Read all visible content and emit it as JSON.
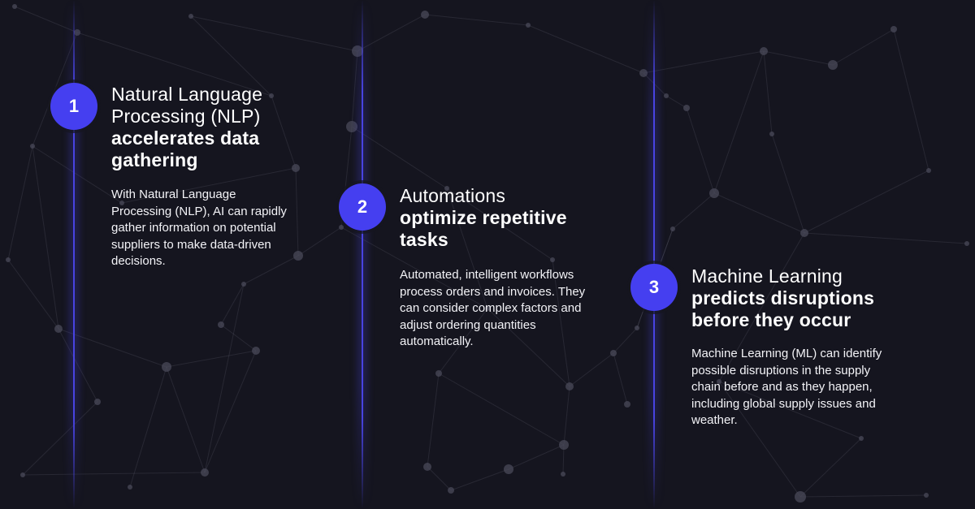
{
  "theme": {
    "background": "#15151f",
    "accent": "#453ff0",
    "text": "#ffffff"
  },
  "steps": [
    {
      "number": "1",
      "heading_light": "Natural Language Processing (NLP)",
      "heading_bold": "accelerates data gathering",
      "body": "With Natural Language Processing (NLP), AI can rapidly gather information on potential suppliers to make data-driven decisions."
    },
    {
      "number": "2",
      "heading_light": "Automations",
      "heading_bold": "optimize repetitive tasks",
      "body": "Automated, intelligent workflows process orders and invoices. They can consider complex factors and adjust ordering quantities automatically."
    },
    {
      "number": "3",
      "heading_light": "Machine Learning",
      "heading_bold": "predicts disruptions before they occur",
      "body": "Machine Learning (ML) can identify possible disruptions in the supply chain before and as they happen, including global supply issues and weather."
    }
  ]
}
